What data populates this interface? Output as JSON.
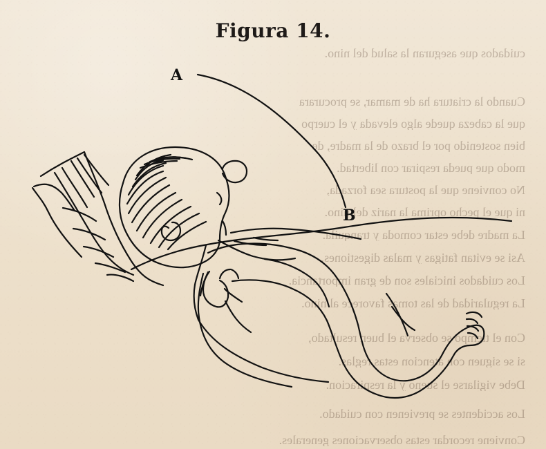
{
  "document": {
    "title": "Figura 14.",
    "labels": {
      "a": "A",
      "b": "B"
    }
  }
}
